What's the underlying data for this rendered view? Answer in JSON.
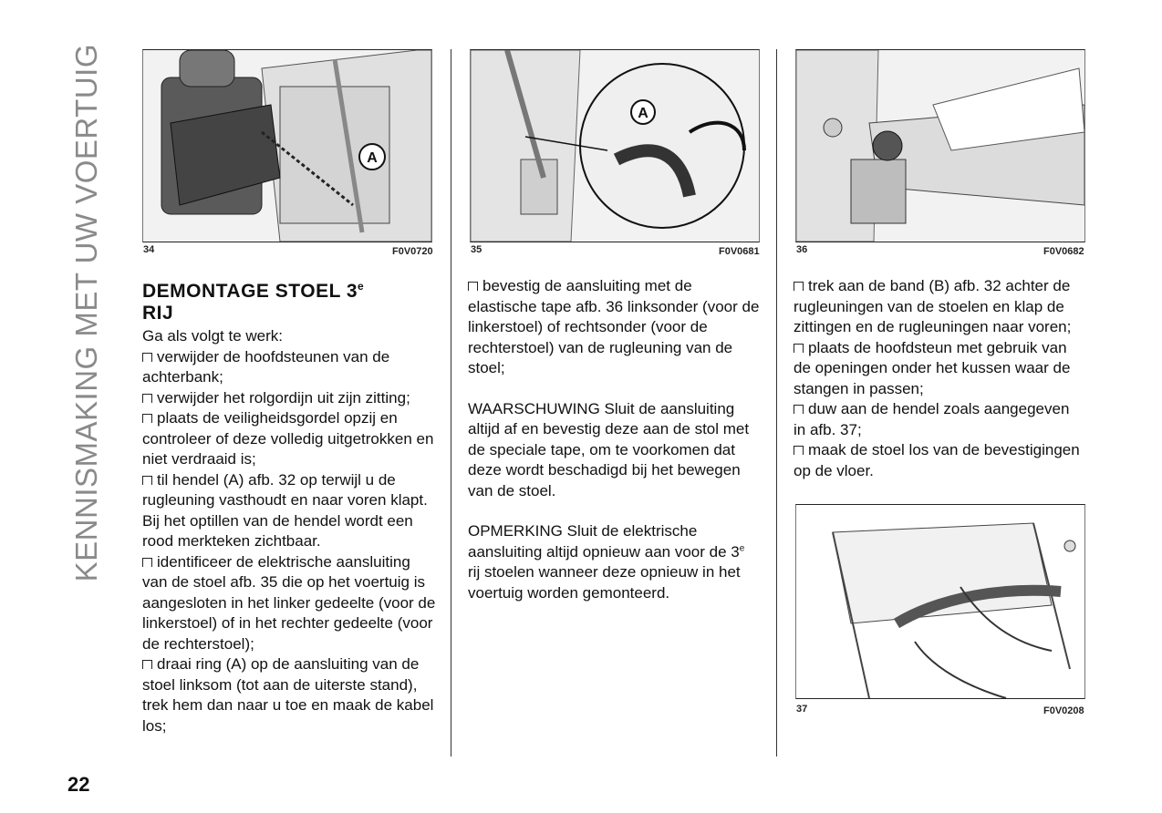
{
  "side_title": "KENNISMAKING MET UW VOERTUIG",
  "page_number": "22",
  "figures": [
    {
      "number": "34",
      "code": "F0V0720",
      "label": "A"
    },
    {
      "number": "35",
      "code": "F0V0681",
      "label": "A"
    },
    {
      "number": "36",
      "code": "F0V0682"
    },
    {
      "number": "37",
      "code": "F0V0208"
    }
  ],
  "left_column": {
    "heading_main": "DEMONTAGE STOEL 3",
    "heading_sup": "e",
    "heading_tail": "RIJ",
    "intro": "Ga als volgt te werk:",
    "steps": [
      "verwijder de hoofdsteunen van de achterbank;",
      "verwijder het rolgordijn uit zijn zitting;",
      "plaats de veiligheidsgordel opzij en controleer of deze volledig uitgetrokken en niet verdraaid is;",
      "til hendel (A) afb. 32 op terwijl u de rugleuning vasthoudt en naar voren klapt. Bij het optillen van de hendel wordt een rood merkteken zichtbaar.",
      "identificeer de elektrische aansluiting van de stoel afb. 35 die op het voertuig is aangesloten in het linker gedeelte (voor de linkerstoel) of in het rechter gedeelte (voor de rechterstoel);",
      "draai ring (A) op de aansluiting van de stoel linksom (tot aan de uiterste stand), trek hem dan naar u toe en maak de kabel los;"
    ]
  },
  "middle_column": {
    "step": "bevestig de aansluiting met de elastische tape afb. 36 linksonder (voor de linkerstoel) of rechtsonder (voor de rechterstoel) van de rugleuning van de stoel;",
    "warning": "WAARSCHUWING Sluit de aansluiting altijd af en bevestig deze aan de stol met de speciale tape, om te voorkomen dat deze wordt beschadigd bij het bewegen van de stoel.",
    "note_pre": "OPMERKING Sluit de elektrische aansluiting altijd opnieuw aan voor de 3",
    "note_sup": "e",
    "note_post": " rij stoelen wanneer deze opnieuw in het voertuig worden gemonteerd."
  },
  "right_column": {
    "steps": [
      "trek aan de band (B) afb. 32 achter de rugleuningen van de stoelen en klap de zittingen en de rugleuningen naar voren;",
      "plaats de hoofdsteun met gebruik van de openingen onder het kussen waar de stangen in passen;",
      "duw aan de hendel zoals aangegeven in afb. 37;",
      "maak de stoel los van de bevestigingen op de vloer."
    ]
  }
}
